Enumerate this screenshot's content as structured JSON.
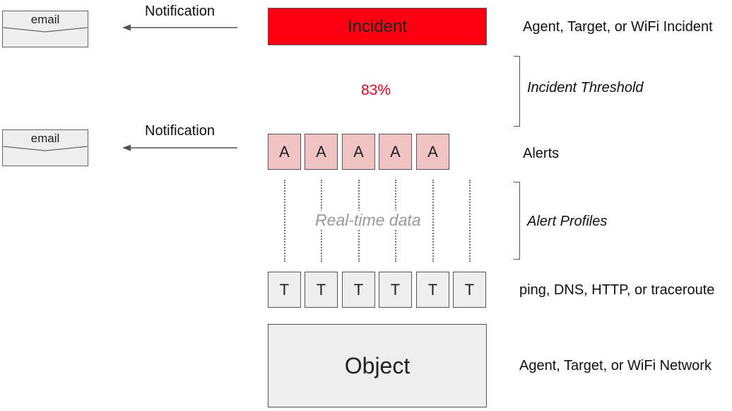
{
  "emails": [
    {
      "label": "email"
    },
    {
      "label": "email"
    }
  ],
  "notifications": [
    {
      "label": "Notification"
    },
    {
      "label": "Notification"
    }
  ],
  "incident": {
    "label": "Incident",
    "color": "#ff0013"
  },
  "threshold_value": "83%",
  "alerts": [
    "A",
    "A",
    "A",
    "A",
    "A"
  ],
  "alert_color": "#f1c3c3",
  "realtime_label": "Real-time data",
  "tests": [
    "T",
    "T",
    "T",
    "T",
    "T",
    "T"
  ],
  "object": {
    "label": "Object"
  },
  "right_labels": {
    "incident": "Agent, Target, or WiFi Incident",
    "threshold": "Incident Threshold",
    "alerts": "Alerts",
    "alert_profiles": "Alert Profiles",
    "tests": "ping, DNS, HTTP, or traceroute",
    "object": "Agent, Target, or WiFi Network"
  }
}
